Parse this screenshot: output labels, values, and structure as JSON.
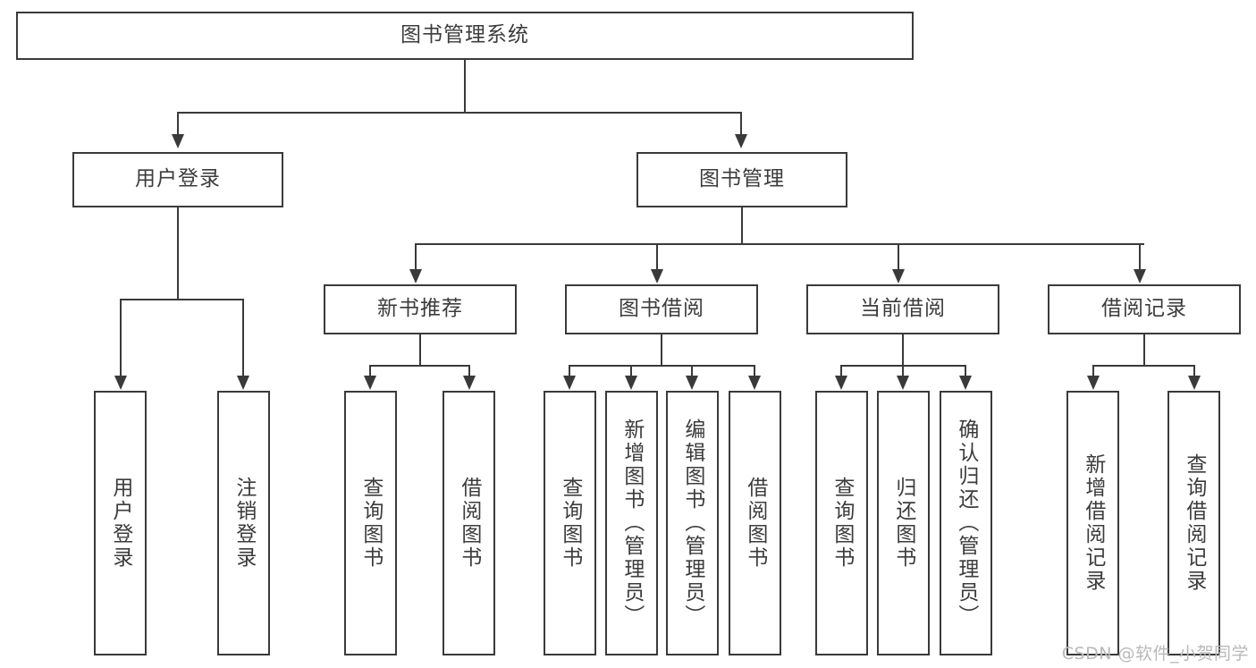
{
  "diagram": {
    "title": "图书管理系统",
    "watermark": "CSDN @软件_小贺同学",
    "colors": {
      "stroke": "#3a3a3a",
      "text": "#3c3c3c",
      "background": "#ffffff",
      "watermark": "#b9b9b9"
    },
    "root": {
      "label": "图书管理系统"
    },
    "level2": [
      {
        "label": "用户登录"
      },
      {
        "label": "图书管理"
      }
    ],
    "level3": [
      {
        "label": "新书推荐"
      },
      {
        "label": "图书借阅"
      },
      {
        "label": "当前借阅"
      },
      {
        "label": "借阅记录"
      }
    ],
    "leaves": {
      "user_login": [
        {
          "label": "用户登录"
        },
        {
          "label": "注销登录"
        }
      ],
      "new_book": [
        {
          "label": "查询图书"
        },
        {
          "label": "借阅图书"
        }
      ],
      "book_borrow": [
        {
          "label": "查询图书"
        },
        {
          "label": "新增图书（管理员）"
        },
        {
          "label": "编辑图书（管理员）"
        },
        {
          "label": "借阅图书"
        }
      ],
      "current_borrow": [
        {
          "label": "查询图书"
        },
        {
          "label": "归还图书"
        },
        {
          "label": "确认归还（管理员）"
        }
      ],
      "borrow_record": [
        {
          "label": "新增借阅记录"
        },
        {
          "label": "查询借阅记录"
        }
      ]
    }
  }
}
